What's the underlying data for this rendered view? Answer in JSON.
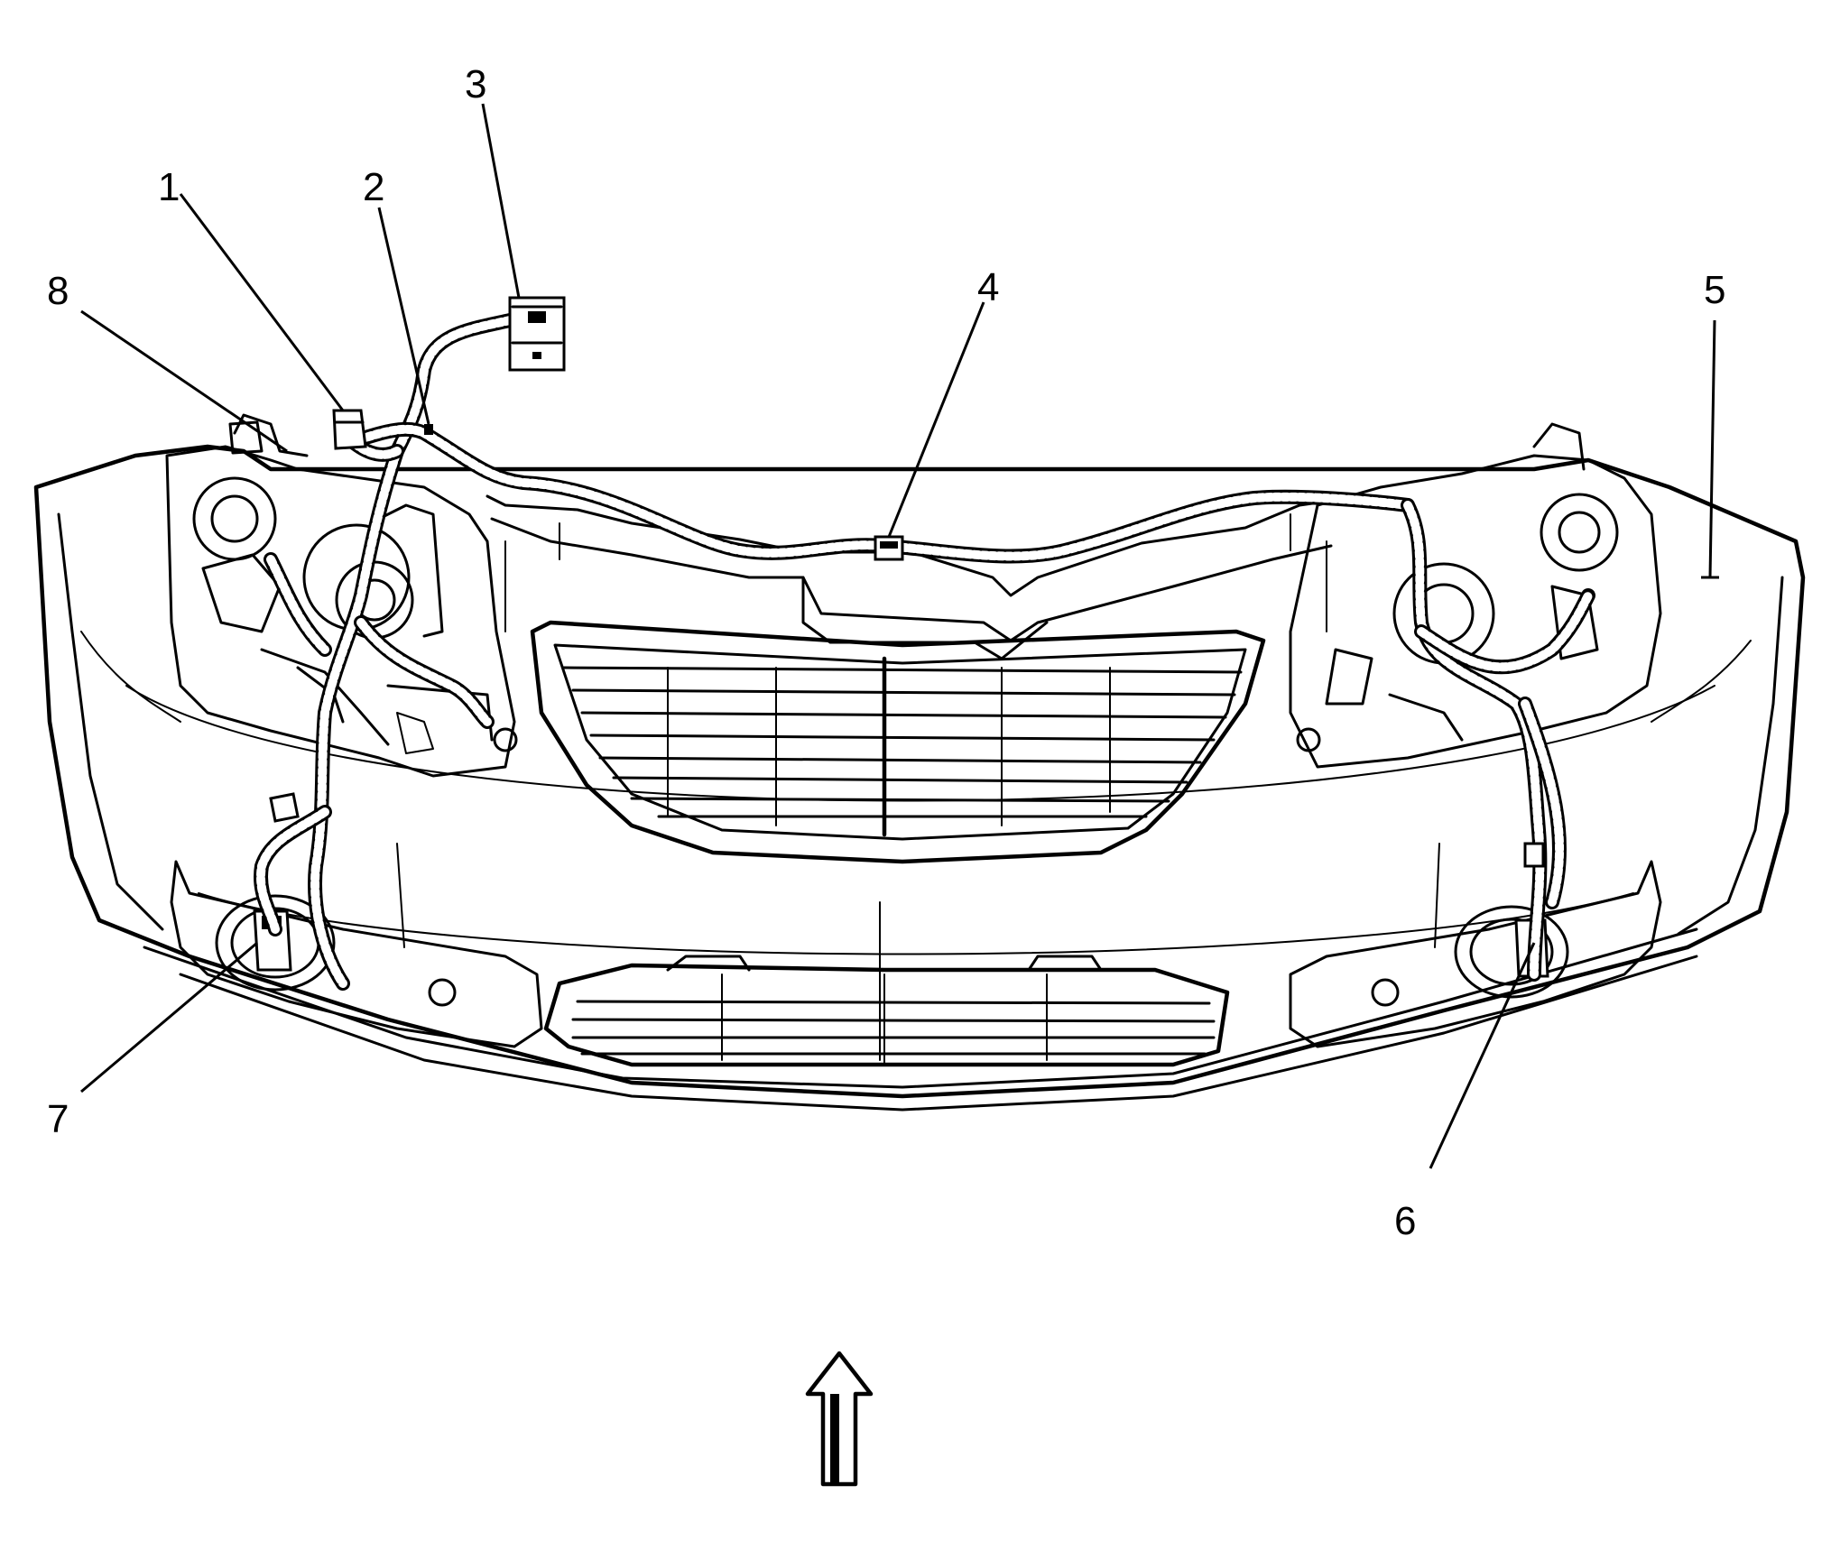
{
  "callouts": [
    {
      "id": "1",
      "label": "1"
    },
    {
      "id": "2",
      "label": "2"
    },
    {
      "id": "3",
      "label": "3"
    },
    {
      "id": "4",
      "label": "4"
    },
    {
      "id": "5",
      "label": "5"
    },
    {
      "id": "6",
      "label": "6"
    },
    {
      "id": "7",
      "label": "7"
    },
    {
      "id": "8",
      "label": "8"
    }
  ],
  "icons": {
    "view_direction": "view-direction-arrow-icon"
  },
  "colors": {
    "line": "#000000",
    "background": "#ffffff"
  }
}
